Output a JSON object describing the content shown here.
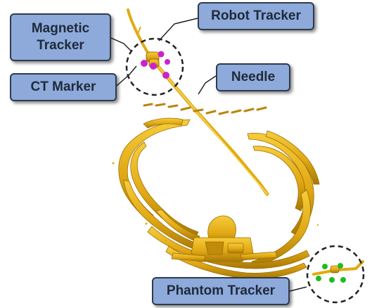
{
  "colors": {
    "anatomy": "#e2ab12",
    "anatomy_dark": "#9c6f06",
    "ct_marker": "#cc22cc",
    "phantom_marker": "#22bb22",
    "callout_fill": "#8eaadb",
    "callout_border": "#2e3b4e"
  },
  "labels": {
    "robot_tracker": "Robot Tracker",
    "magnetic_tracker_line1": "Magnetic",
    "magnetic_tracker_line2": "Tracker",
    "ct_marker": "CT Marker",
    "needle": "Needle",
    "phantom_tracker": "Phantom Tracker"
  },
  "icons": [
    "robot-tracker-marker",
    "magnetic-tracker-sensor",
    "ct-marker-sphere",
    "needle-shaft",
    "phantom-tracker-sphere"
  ]
}
